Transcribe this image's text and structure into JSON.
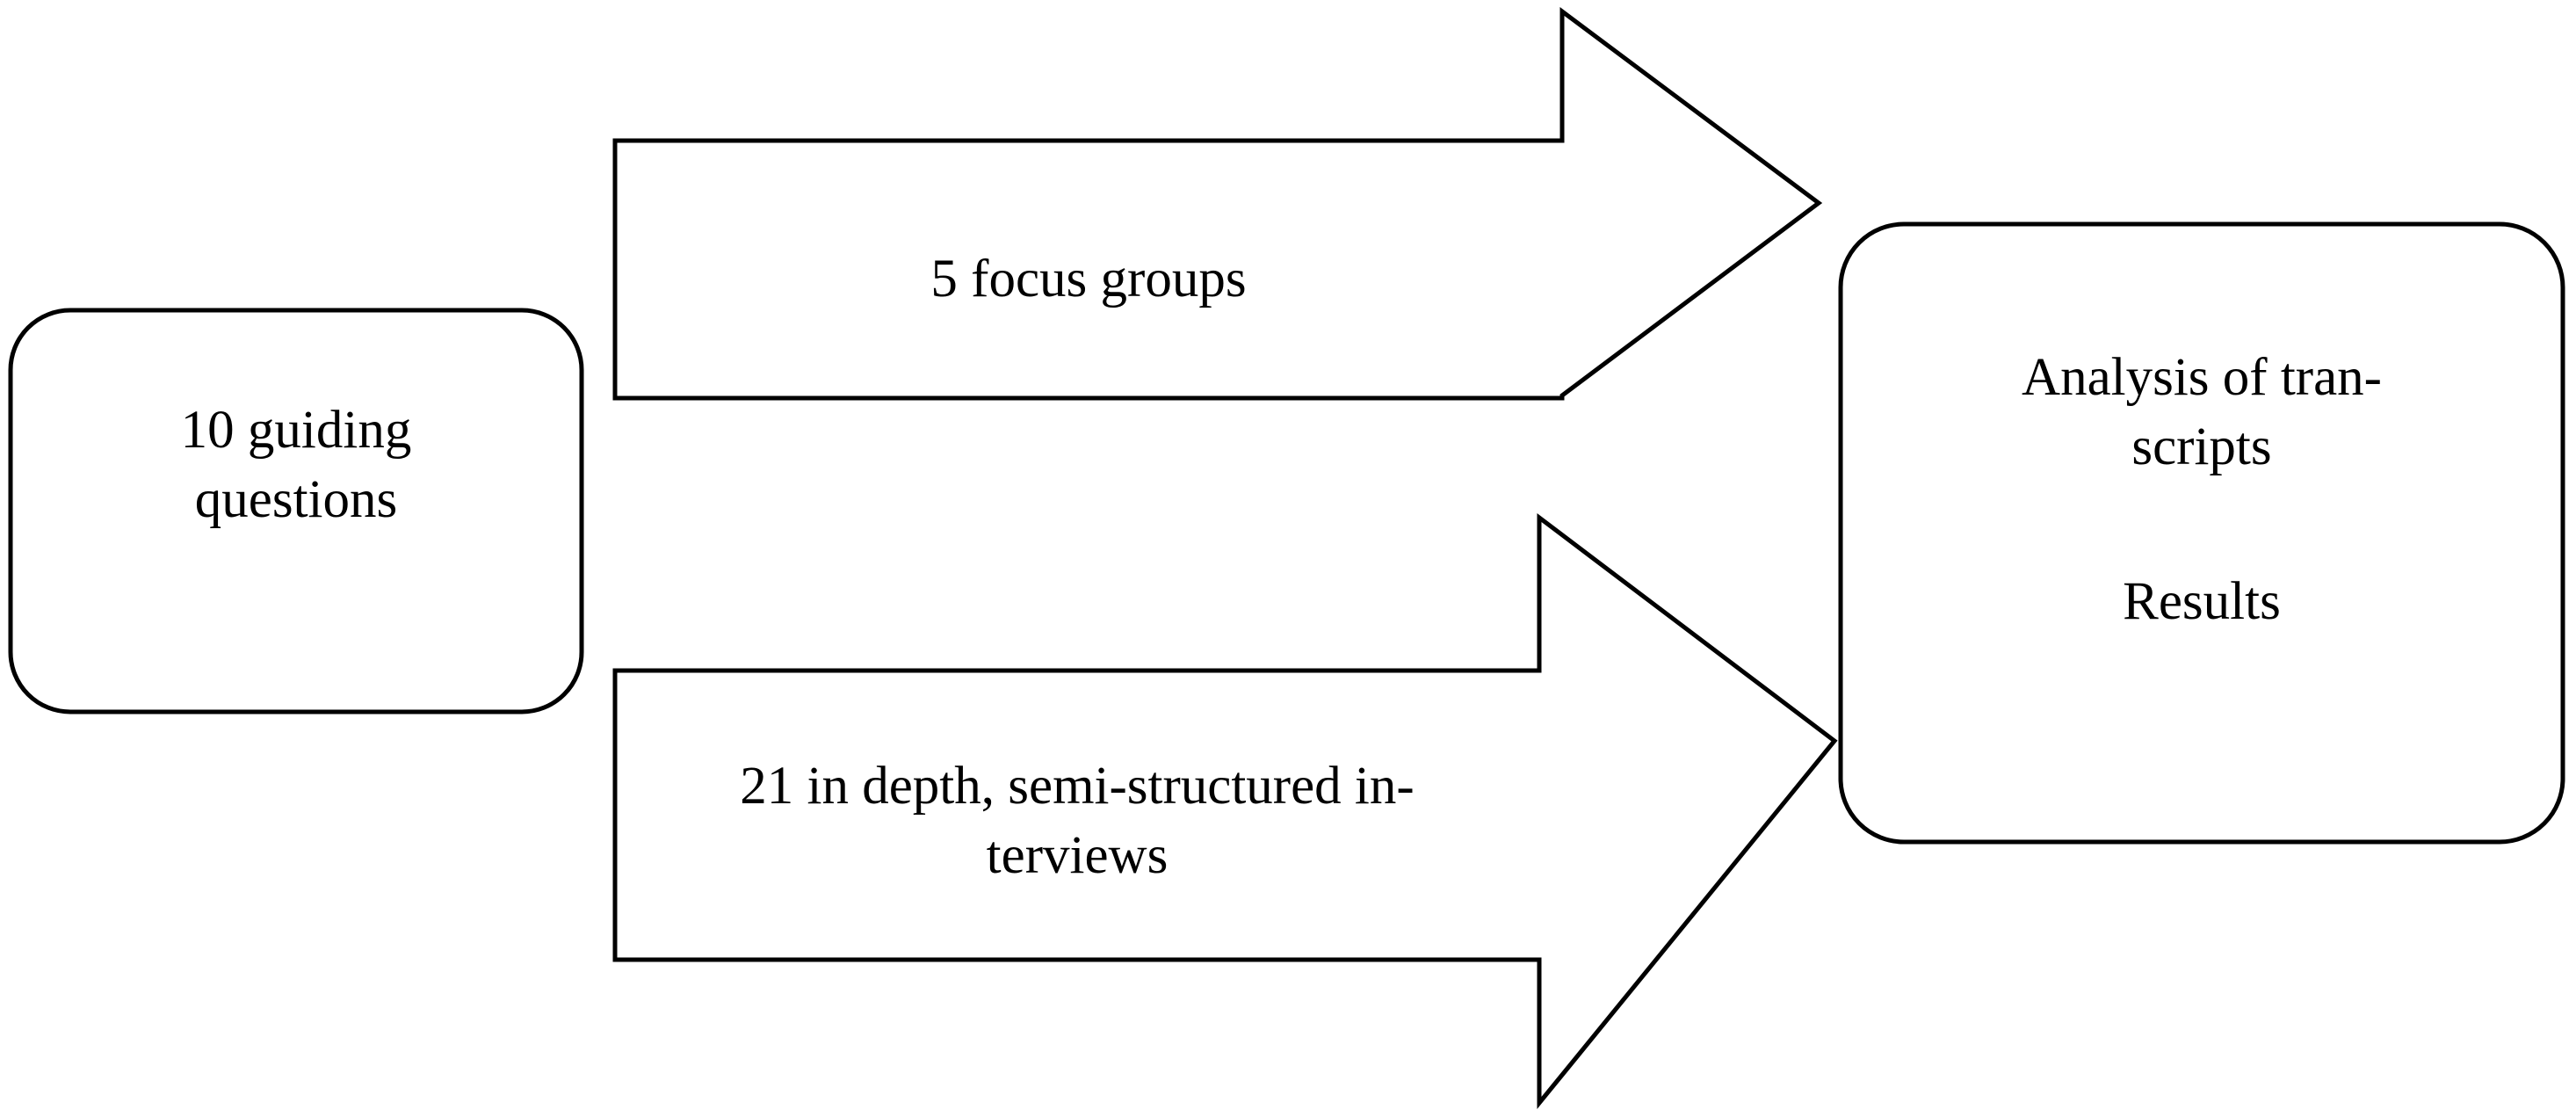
{
  "figure": {
    "type": "process-flow-diagram",
    "background_color": "#ffffff",
    "stroke_color": "#000000"
  },
  "nodes": {
    "input_box": {
      "id": "guiding-questions",
      "shape": "rounded-rectangle",
      "text": "10 guiding\nquestions"
    },
    "output_box": {
      "id": "analysis-results",
      "shape": "rounded-rectangle",
      "text_line_1": "Analysis of tran-\nscripts",
      "text_line_2": "Results"
    }
  },
  "arrows": {
    "upper": {
      "id": "focus-groups-arrow",
      "direction": "right",
      "label": "5 focus groups"
    },
    "lower": {
      "id": "interviews-arrow",
      "direction": "right",
      "label": "21 in depth, semi-structured in-\nterviews"
    }
  }
}
